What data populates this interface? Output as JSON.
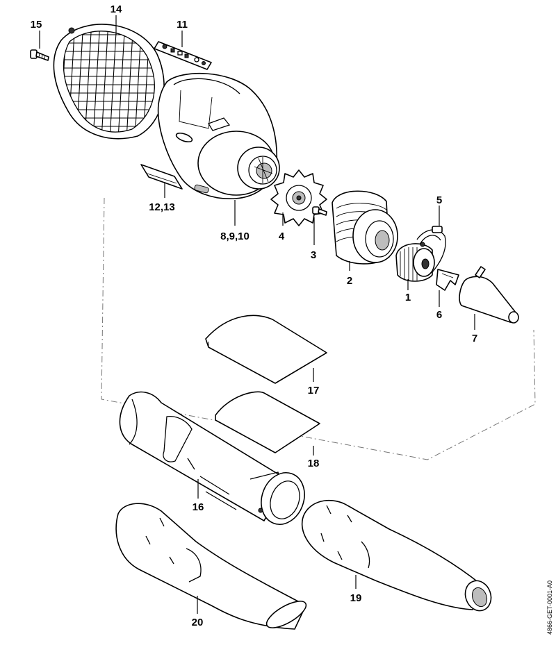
{
  "diagram": {
    "callouts": {
      "p1": "1",
      "p2": "2",
      "p3": "3",
      "p4": "4",
      "p5": "5",
      "p6": "6",
      "p7": "7",
      "p8_9_10": "8,9,10",
      "p11": "11",
      "p12_13": "12,13",
      "p14": "14",
      "p15": "15",
      "p16": "16",
      "p17": "17",
      "p18": "18",
      "p19": "19",
      "p20": "20"
    },
    "document_number": "4866-GET-0001-A0",
    "colors": {
      "line": "#000000",
      "background": "#ffffff",
      "dashed_boundary": "#777777",
      "shading": "#bdbdbd"
    }
  }
}
